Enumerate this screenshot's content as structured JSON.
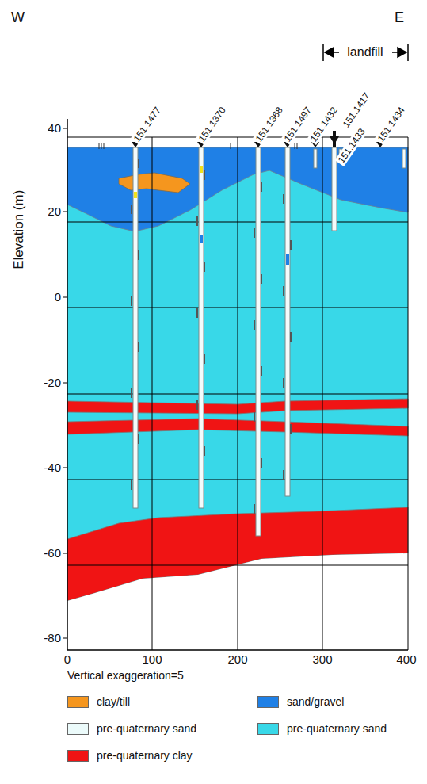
{
  "diagram": {
    "labels": [
      "W",
      "E",
      "landfill",
      "Elevation (m)",
      "40",
      "20",
      "0",
      "-20",
      "-40",
      "-60",
      "-80",
      "151.1477",
      "151.1370",
      "151.1368",
      "151.1497",
      "151.1432",
      "151.1433",
      "151.1417",
      "151.1434",
      "0",
      "100",
      "200",
      "300",
      "400",
      "Vertical exaggeration=5"
    ],
    "legend": [
      {
        "text": "clay/till",
        "color": "#f5961e"
      },
      {
        "text": "sand/gravel",
        "color": "#1f80e6"
      },
      {
        "text": "pre-quaternary sand",
        "color": "#ecfbfb"
      },
      {
        "text": "pre-quaternary sand",
        "color": "#38d8e8"
      },
      {
        "text": "pre-quaternary clay",
        "color": "#f01414"
      }
    ]
  }
}
